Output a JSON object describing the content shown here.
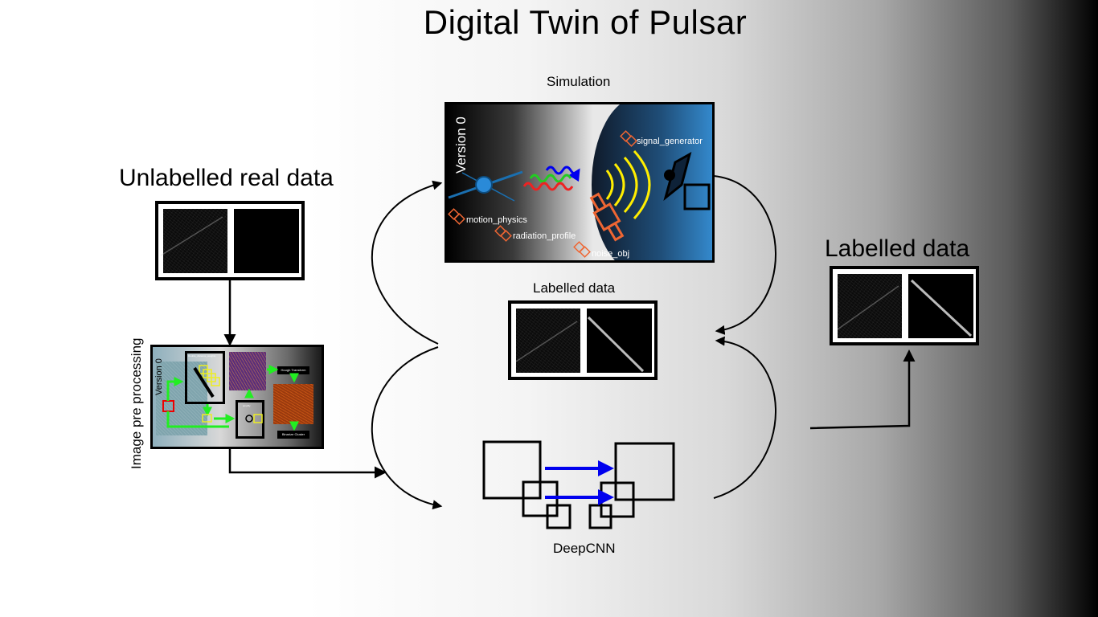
{
  "diagram": {
    "title": "Digital Twin of Pulsar",
    "unlabelled_real_data": "Unlabelled real data",
    "image_pre_processing": "Image pre processing",
    "simulation": {
      "label": "Simulation",
      "version": "Version 0",
      "components": [
        "signal_generator",
        "motion_physics",
        "radiation_profile",
        "noise_obj"
      ]
    },
    "labelled_data_center": "Labelled data",
    "labelled_data_right": "Labelled data",
    "deepcnn": "DeepCNN",
    "preproc_panel": {
      "version": "Version 0",
      "nodes": [
        "Double_distance_weights",
        "Hough Transform",
        "amplify",
        "Binarize Cluster"
      ]
    },
    "colors": {
      "arrow": "#000000",
      "cnn_arrow": "#0000ee",
      "preproc_arrow": "#22ee22",
      "sim_icon": "#ee6633"
    }
  }
}
